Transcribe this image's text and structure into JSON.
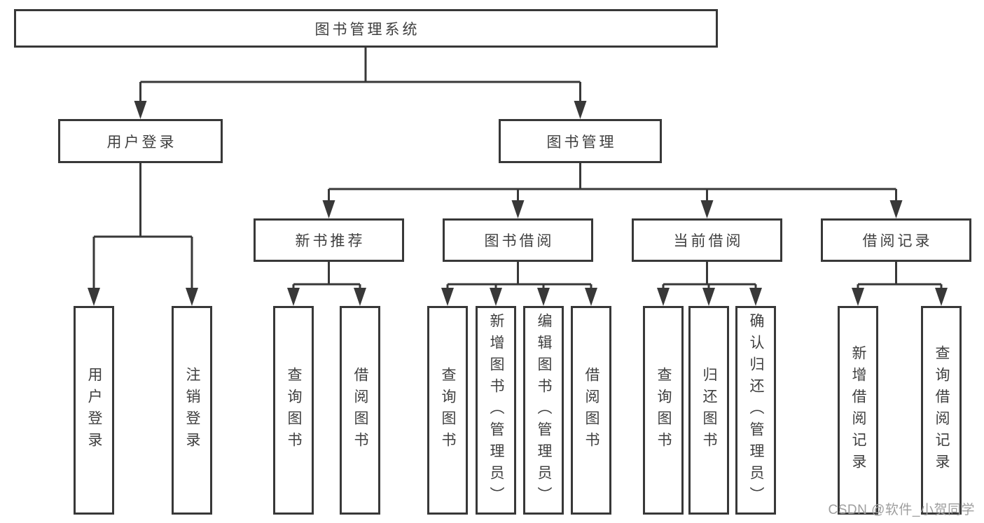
{
  "diagram_type": "hierarchy-tree",
  "colors": {
    "line": "#383838",
    "text": "#3f3f3f",
    "background": "#ffffff",
    "watermark_text_color": "#9e9e9e"
  },
  "watermark": {
    "text": "CSDN @软件_小贺同学"
  },
  "tree": {
    "root": {
      "label": "图书管理系统",
      "children": [
        {
          "label": "用户登录",
          "children": [
            {
              "label": "用户登录"
            },
            {
              "label": "注销登录"
            }
          ]
        },
        {
          "label": "图书管理",
          "children": [
            {
              "label": "新书推荐",
              "children": [
                {
                  "label": "查询图书"
                },
                {
                  "label": "借阅图书"
                }
              ]
            },
            {
              "label": "图书借阅",
              "children": [
                {
                  "label": "查询图书"
                },
                {
                  "label": "新增图书（管理员）"
                },
                {
                  "label": "编辑图书（管理员）"
                },
                {
                  "label": "借阅图书"
                }
              ]
            },
            {
              "label": "当前借阅",
              "children": [
                {
                  "label": "查询图书"
                },
                {
                  "label": "归还图书"
                },
                {
                  "label": "确认归还（管理员）"
                }
              ]
            },
            {
              "label": "借阅记录",
              "children": [
                {
                  "label": "新增借阅记录"
                },
                {
                  "label": "查询借阅记录"
                }
              ]
            }
          ]
        }
      ]
    }
  }
}
